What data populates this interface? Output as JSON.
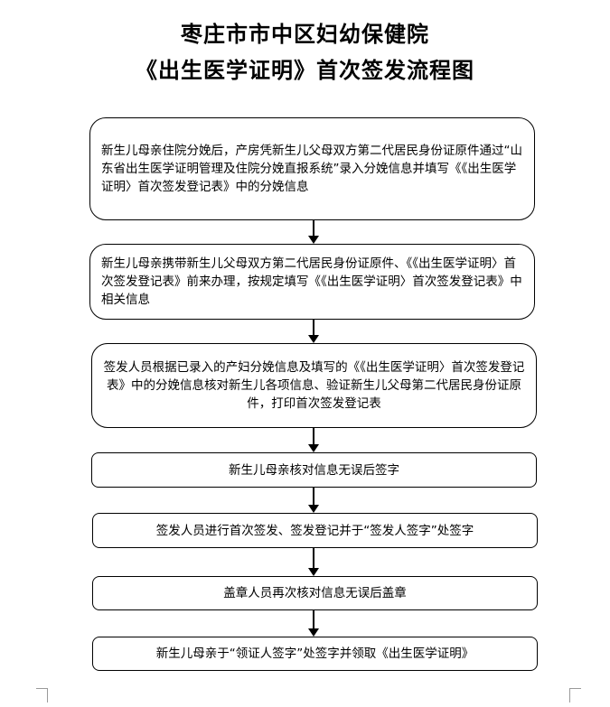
{
  "title": {
    "line1": "枣庄市市中区妇幼保健院",
    "line2": "《出生医学证明》首次签发流程图"
  },
  "steps": [
    {
      "text": "新生儿母亲住院分娩后，产房凭新生儿父母双方第二代居民身份证原件通过“山东省出生医学证明管理及住院分娩直报系统”录入分娩信息并填写《《出生医学证明〉首次签发登记表》中的分娩信息"
    },
    {
      "text": "新生儿母亲携带新生儿父母双方第二代居民身份证原件、《《出生医学证明〉首次签发登记表》前来办理，按规定填写《《出生医学证明〉首次签发登记表》中相关信息"
    },
    {
      "text": "签发人员根据已录入的产妇分娩信息及填写的《《出生医学证明〉首次签发登记表》中的分娩信息核对新生儿各项信息、验证新生儿父母第二代居民身份证原件，打印首次签发登记表"
    },
    {
      "text": "新生儿母亲核对信息无误后签字"
    },
    {
      "text": "签发人员进行首次签发、签发登记并于“签发人签字”处签字"
    },
    {
      "text": "盖章人员再次核对信息无误后盖章"
    },
    {
      "text": "新生儿母亲于“领证人签字”处签字并领取《出生医学证明》"
    }
  ]
}
